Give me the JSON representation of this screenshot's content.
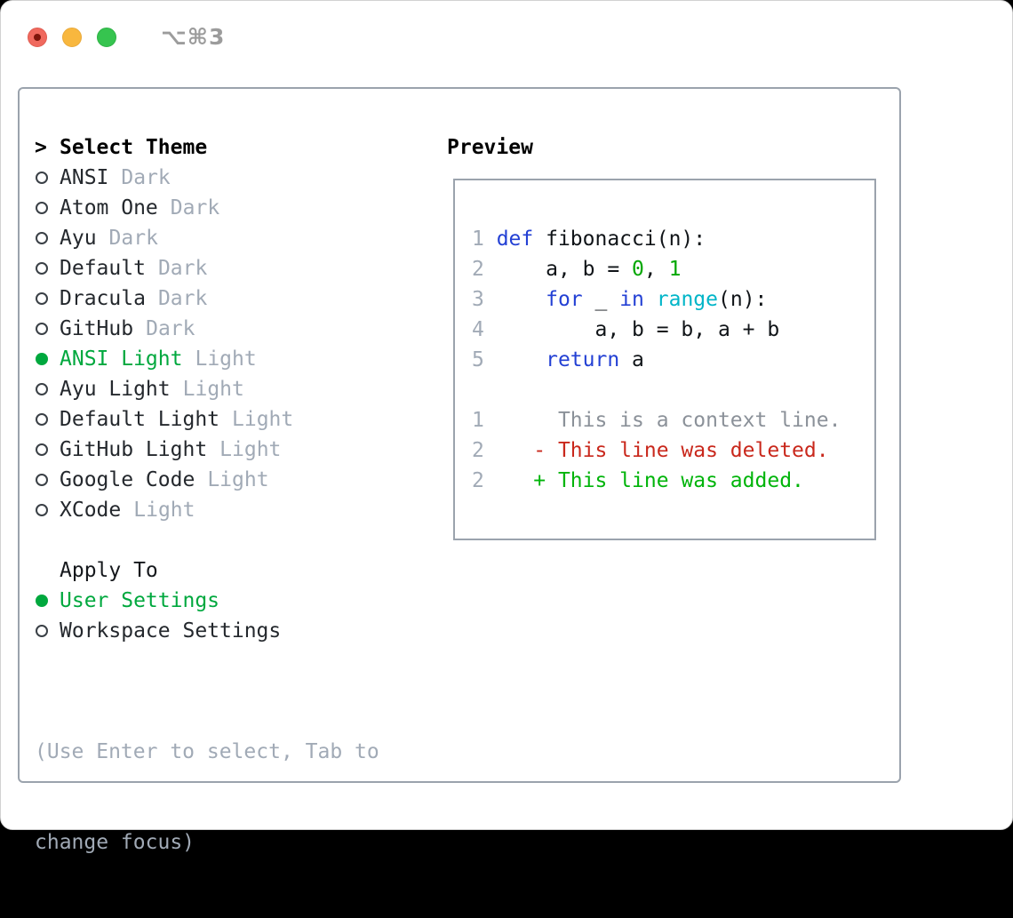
{
  "window": {
    "title": "⌥⌘3"
  },
  "theme_panel": {
    "header_prefix": ">",
    "header": "Select Theme",
    "items": [
      {
        "name": "ANSI",
        "variant": "Dark",
        "selected": false
      },
      {
        "name": "Atom One",
        "variant": "Dark",
        "selected": false
      },
      {
        "name": "Ayu",
        "variant": "Dark",
        "selected": false
      },
      {
        "name": "Default",
        "variant": "Dark",
        "selected": false
      },
      {
        "name": "Dracula",
        "variant": "Dark",
        "selected": false
      },
      {
        "name": "GitHub",
        "variant": "Dark",
        "selected": false
      },
      {
        "name": "ANSI Light",
        "variant": "Light",
        "selected": true
      },
      {
        "name": "Ayu Light",
        "variant": "Light",
        "selected": false
      },
      {
        "name": "Default Light",
        "variant": "Light",
        "selected": false
      },
      {
        "name": "GitHub Light",
        "variant": "Light",
        "selected": false
      },
      {
        "name": "Google Code",
        "variant": "Light",
        "selected": false
      },
      {
        "name": "XCode",
        "variant": "Light",
        "selected": false
      }
    ],
    "apply_to": {
      "header": "Apply To",
      "options": [
        {
          "label": "User Settings",
          "selected": true
        },
        {
          "label": "Workspace Settings",
          "selected": false
        }
      ]
    },
    "hint_line1": "(Use Enter to select, Tab to",
    "hint_line2": "change focus)"
  },
  "preview": {
    "header": "Preview",
    "code_lines": [
      {
        "num": "1",
        "segs": [
          {
            "t": "def",
            "c": "kw"
          },
          {
            "t": " fibonacci(n):",
            "c": "pl"
          }
        ]
      },
      {
        "num": "2",
        "segs": [
          {
            "t": "    a, b = ",
            "c": "pl"
          },
          {
            "t": "0",
            "c": "nu"
          },
          {
            "t": ", ",
            "c": "pl"
          },
          {
            "t": "1",
            "c": "nu"
          }
        ]
      },
      {
        "num": "3",
        "segs": [
          {
            "t": "    ",
            "c": "pl"
          },
          {
            "t": "for",
            "c": "kw"
          },
          {
            "t": " _ ",
            "c": "pl"
          },
          {
            "t": "in",
            "c": "kw"
          },
          {
            "t": " ",
            "c": "pl"
          },
          {
            "t": "range",
            "c": "fn"
          },
          {
            "t": "(n):",
            "c": "pl"
          }
        ]
      },
      {
        "num": "4",
        "segs": [
          {
            "t": "        a, b = b, a + b",
            "c": "pl"
          }
        ]
      },
      {
        "num": "5",
        "segs": [
          {
            "t": "    ",
            "c": "pl"
          },
          {
            "t": "return",
            "c": "kw"
          },
          {
            "t": " a",
            "c": "pl"
          }
        ]
      },
      {
        "num": "",
        "segs": []
      },
      {
        "num": "1",
        "segs": [
          {
            "t": "     This is a context line.",
            "c": "ctx"
          }
        ]
      },
      {
        "num": "2",
        "segs": [
          {
            "t": "   - This line was deleted.",
            "c": "del"
          }
        ]
      },
      {
        "num": "2",
        "segs": [
          {
            "t": "   + This line was added.",
            "c": "add"
          }
        ]
      }
    ]
  },
  "colors": {
    "selection_green": "#00a83e",
    "keyword_blue": "#2340d4",
    "builtin_cyan": "#00b5c8",
    "number_green": "#00a700",
    "deleted_red": "#c9281c",
    "added_green": "#00b40a",
    "context_gray": "#8b9199",
    "muted_gray": "#a1aab6",
    "border_gray": "#9ba3ad",
    "traffic_red": "#f0695e",
    "traffic_yellow": "#f8b73e",
    "traffic_green": "#36c44f"
  }
}
